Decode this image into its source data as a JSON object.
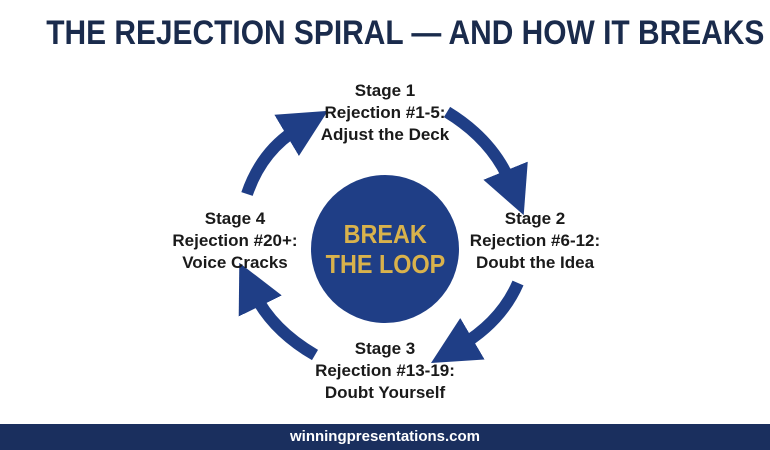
{
  "title": "THE REJECTION SPIRAL — AND HOW IT BREAKS",
  "stages": [
    {
      "name": "Stage 1",
      "range": "Rejection #1-5:",
      "action": "Adjust the Deck"
    },
    {
      "name": "Stage 2",
      "range": "Rejection #6-12:",
      "action": "Doubt the Idea"
    },
    {
      "name": "Stage 3",
      "range": "Rejection #13-19:",
      "action": "Doubt Yourself"
    },
    {
      "name": "Stage 4",
      "range": "Rejection #20+:",
      "action": "Voice Cracks"
    }
  ],
  "center": {
    "line1": "BREAK",
    "line2": "THE LOOP"
  },
  "footer": "winningpresentations.com",
  "colors": {
    "title": "#1a2b4c",
    "arrow": "#1f3e86",
    "circle": "#1f3e86",
    "center_text": "#d9b24c",
    "footer_bg": "#1a2f5e"
  }
}
